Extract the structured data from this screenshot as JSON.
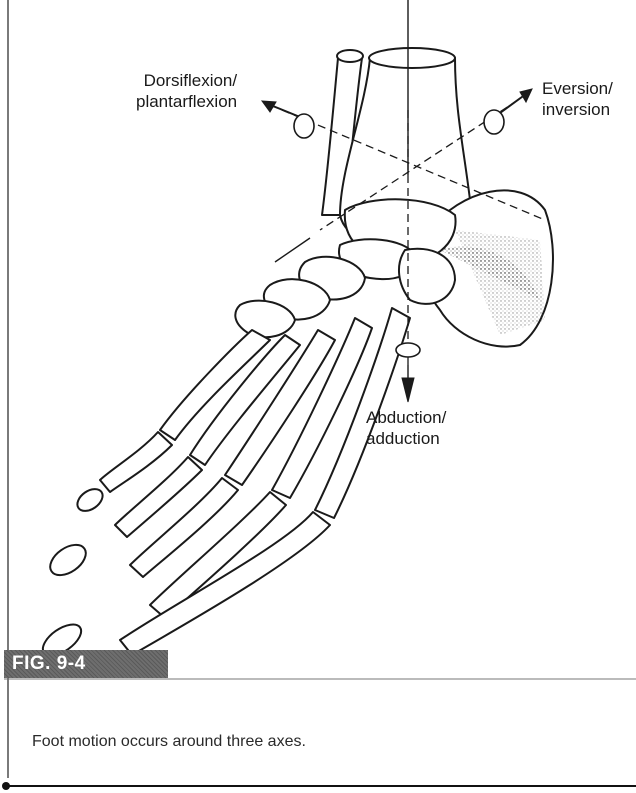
{
  "labels": {
    "dorsiflexion": [
      "Dorsiflexion/",
      "plantarflexion"
    ],
    "eversion": [
      "Eversion/",
      "inversion"
    ],
    "abduction": [
      "Abduction/",
      "adduction"
    ]
  },
  "figure_tag": "FIG. 9-4",
  "caption": "Foot motion occurs around three axes."
}
